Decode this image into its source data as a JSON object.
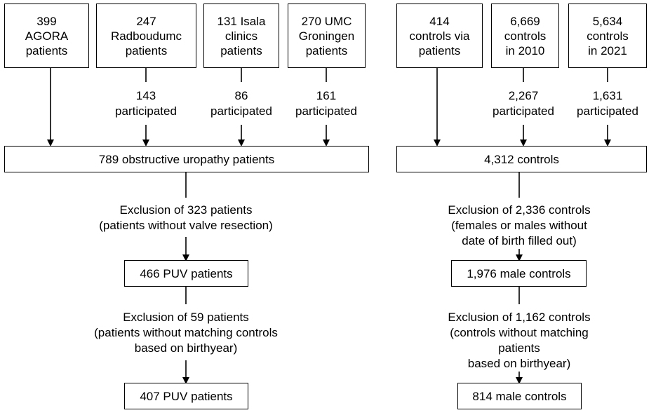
{
  "patients_side": {
    "sources": [
      {
        "text": "399\nAGORA\npatients"
      },
      {
        "text": "247\nRadboudumc\npatients",
        "participated": "143\nparticipated"
      },
      {
        "text": "131 Isala\nclinics\npatients",
        "participated": "86\nparticipated"
      },
      {
        "text": "270 UMC\nGroningen\npatients",
        "participated": "161\nparticipated"
      }
    ],
    "combined": "789 obstructive uropathy patients",
    "exclusion_1": "Exclusion of 323 patients\n(patients without valve resection)",
    "after_exclusion_1": "466 PUV patients",
    "exclusion_2": "Exclusion of 59 patients\n(patients without matching controls\nbased on birthyear)",
    "final": "407 PUV patients"
  },
  "controls_side": {
    "sources": [
      {
        "text": "414\ncontrols via\npatients"
      },
      {
        "text": "6,669\ncontrols\nin 2010",
        "participated": "2,267\nparticipated"
      },
      {
        "text": "5,634\ncontrols\nin 2021",
        "participated": "1,631\nparticipated"
      }
    ],
    "combined": "4,312 controls",
    "exclusion_1": "Exclusion of 2,336 controls\n(females or males without date of birth filled out)",
    "after_exclusion_1": "1,976 male controls",
    "exclusion_2": "Exclusion of 1,162 controls\n(controls without matching patients\nbased on birthyear)",
    "final": "814 male controls"
  }
}
